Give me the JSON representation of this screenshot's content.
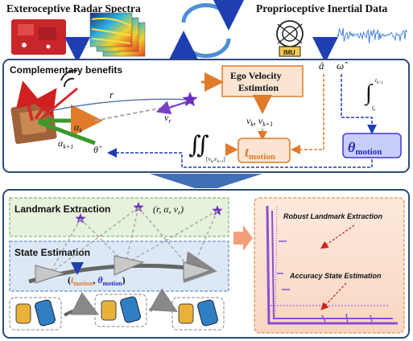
{
  "header": {
    "left_title": "Exteroceptive Radar Spectra",
    "right_title": "Proprioceptive Inertial Data",
    "imu_label": "IMU"
  },
  "top_panel": {
    "title": "Complementary benefits",
    "ego_velocity_box": "Ego Velocity Estimtion",
    "r": "r",
    "v_r": "v",
    "v_r_sub": "r",
    "alpha_k": "α",
    "alpha_k_sub": "k",
    "alpha_k1": "α",
    "alpha_k1_sub": "k+1",
    "theta_hat": "θ̂",
    "a_hat": "â",
    "omega_hat": "ω̂",
    "vk": "v",
    "vk_sub": "k",
    "vk1": ", v",
    "vk1_sub": "k+1",
    "double_integral": "∬",
    "double_integral_bounds": "[v",
    "int_single": "∫",
    "int_upper": "t",
    "int_upper_sub": "k+1",
    "int_lower": "t",
    "int_lower_sub": "k",
    "t_motion": "t",
    "t_motion_sub": "motion",
    "theta_motion": "θ",
    "theta_motion_sub": "motion"
  },
  "bottom_panel": {
    "landmark_title": "Landmark Extraction",
    "landmark_tuple": "(r,  α,  v",
    "landmark_tuple_sub": "r",
    "state_title": "State Estimation",
    "state_t": "t",
    "state_t_sub": "motion",
    "state_theta": "θ",
    "state_theta_sub": "motion",
    "robust_label": "Robust Landmark Extraction",
    "accuracy_label": "Accuracy State Estimation"
  },
  "colors": {
    "frame_blue": "#2f4a7a",
    "orange": "#e07b2a",
    "purple_star": "#6a2fc0",
    "theta_box": "#3b3bd6",
    "green_panel": "#e6f2dc",
    "blue_panel": "#dde8f6",
    "peach_panel": "#fbe3d4"
  }
}
